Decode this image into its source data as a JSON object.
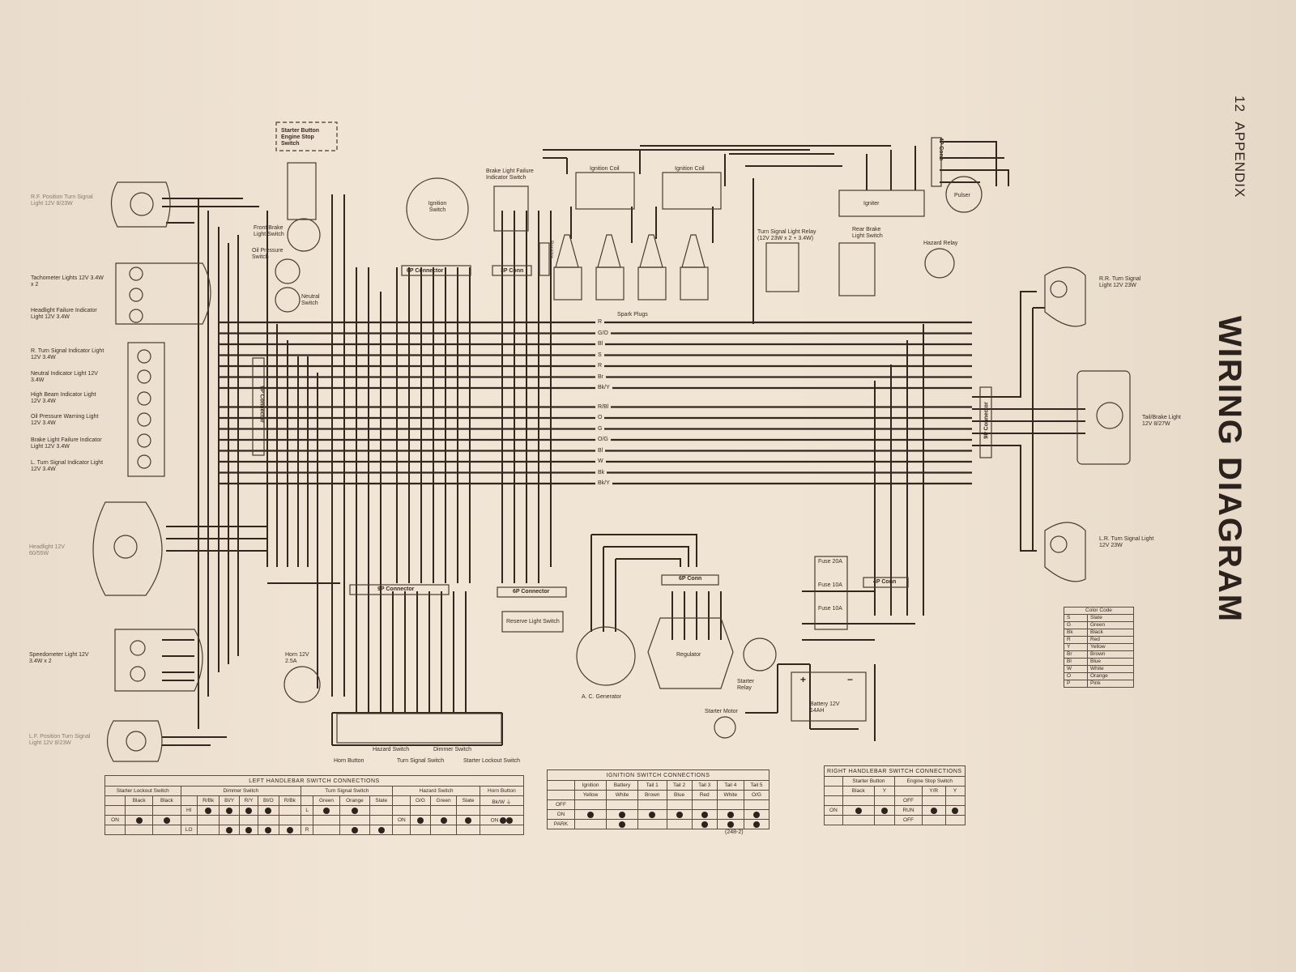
{
  "header": {
    "page_number": "12",
    "section": "APPENDIX",
    "title": "WIRING DIAGRAM"
  },
  "figure_code": "(248-2)",
  "components": {
    "rf_turn_signal": "R.F. Position Turn Signal Light 12V 8/23W",
    "tach_lights": "Tachometer Lights 12V 3.4W x 2",
    "headlight_failure_ind": "Headlight Failure Indicator Light 12V 3.4W",
    "r_turn_ind": "R. Turn Signal Indicator Light 12V 3.4W",
    "neutral_ind": "Neutral Indicator Light 12V 3.4W",
    "high_beam_ind": "High Beam Indicator Light 12V 3.4W",
    "oil_warning": "Oil Pressure Warning Light 12V 3.4W",
    "brake_fail_ind": "Brake Light Failure Indicator Light 12V 3.4W",
    "l_turn_ind": "L. Turn Signal Indicator Light 12V 3.4W",
    "headlight": "Headlight 12V 60/55W",
    "speedo_light": "Speedometer Light 12V 3.4W x 2",
    "lf_turn_signal": "L.F. Position Turn Signal Light 12V 8/23W",
    "starter_engine_stop": "Starter Button Engine Stop Switch",
    "front_brake_sw": "Front Brake Light Switch",
    "oil_pressure_sw": "Oil Pressure Switch",
    "neutral_sw": "Neutral Switch",
    "ignition_sw": "Ignition Switch",
    "brake_fail_sw": "Brake Light Failure Indicator Switch",
    "ignition_coil_1": "Ignition Coil",
    "ignition_coil_2": "Ignition Coil",
    "spark_plugs": "Spark Plugs",
    "resistor": "Resistor",
    "igniter": "Igniter",
    "pulser": "Pulser",
    "turn_relay": "Turn Signal Light Relay (12V 23W x 2 + 3.4W)",
    "rear_brake_sw": "Rear Brake Light Switch",
    "hazard_relay": "Hazard Relay",
    "rr_turn_signal": "R.R. Turn Signal Light 12V 23W",
    "tail_brake": "Tail/Brake Light 12V 8/27W",
    "lr_turn_signal": "L.R. Turn Signal Light 12V 23W",
    "horn": "Horn 12V 2.5A",
    "connector_9p": "9P Connector",
    "connector_6p_top": "6P Connector",
    "connector_3p": "3P Conn",
    "connector_9p_left": "9P Connector",
    "connector_6p_reserve": "6P Connector",
    "connector_6p_reg": "6P Conn",
    "connector_4p_right": "4P Conn",
    "connector_4p_top": "4P Conn",
    "connector_9p_right": "9P Connector",
    "reserve_light_sw": "Reserve Light Switch",
    "ac_generator": "A. C. Generator",
    "regulator": "Regulator",
    "starter_relay": "Starter Relay",
    "starter_motor": "Starter Motor",
    "fuse_20": "Fuse 20A",
    "fuse_10a": "Fuse 10A",
    "fuse_10b": "Fuse 10A",
    "battery": "Battery 12V 14AH",
    "battery_plus": "+",
    "battery_minus": "−",
    "horn_button": "Horn Button",
    "hazard_switch": "Hazard Switch",
    "turn_signal_switch": "Turn Signal Switch",
    "dimmer_switch": "Dimmer Switch",
    "starter_lockout": "Starter Lockout Switch"
  },
  "bus_wires": [
    "R",
    "G/O",
    "Bl",
    "S",
    "R",
    "Br",
    "Bk/Y",
    "R/Bl",
    "O",
    "G",
    "O/G",
    "Bl",
    "W",
    "Bk",
    "Bk/Y"
  ],
  "color_code": {
    "title": "Color Code",
    "rows": [
      {
        "code": "S",
        "name": "Slate"
      },
      {
        "code": "G",
        "name": "Green"
      },
      {
        "code": "Bk",
        "name": "Black"
      },
      {
        "code": "R",
        "name": "Red"
      },
      {
        "code": "Y",
        "name": "Yellow"
      },
      {
        "code": "Br",
        "name": "Brown"
      },
      {
        "code": "Bl",
        "name": "Blue"
      },
      {
        "code": "W",
        "name": "White"
      },
      {
        "code": "O",
        "name": "Orange"
      },
      {
        "code": "P",
        "name": "Pink"
      }
    ]
  },
  "left_handlebar_table": {
    "title": "LEFT HANDLEBAR SWITCH CONNECTIONS",
    "groups": [
      "Starter Lockout Switch",
      "Dimmer Switch",
      "Turn Signal Switch",
      "Hazard Switch",
      "Horn Button"
    ],
    "starter_lockout_cols": [
      "Black",
      "Black"
    ],
    "dimmer_cols": [
      "R/Bk",
      "Bl/Y",
      "R/Y",
      "Bl/O",
      "R/Bk"
    ],
    "turn_cols": [
      "Green",
      "Orange",
      "Slate"
    ],
    "hazard_cols": [
      "O/G",
      "Green",
      "Slate"
    ],
    "horn_cols": [
      "Bk/W",
      "⏚"
    ],
    "row_on": "ON",
    "row_hi": "HI",
    "row_lo": "LO",
    "row_l": "L",
    "row_r": "R",
    "hazard_on": "ON",
    "horn_on": "ON"
  },
  "ignition_table": {
    "title": "IGNITION SWITCH CONNECTIONS",
    "cols": [
      "Ignition",
      "Battery",
      "Tail 1",
      "Tail 2",
      "Tail 3",
      "Tail 4",
      "Tail 5"
    ],
    "colors": [
      "Yellow",
      "White",
      "Brown",
      "Blue",
      "Red",
      "White",
      "O/G"
    ],
    "rows": [
      "OFF",
      "ON",
      "PARK"
    ]
  },
  "right_handlebar_table": {
    "title": "RIGHT HANDLEBAR SWITCH CONNECTIONS",
    "groups": [
      "Starter Button",
      "Engine Stop Switch"
    ],
    "starter_cols": [
      "Black",
      "Y"
    ],
    "stop_cols": [
      "Y/R",
      "Y"
    ],
    "row_on": "ON",
    "stop_rows": [
      "OFF",
      "RUN",
      "OFF"
    ]
  }
}
